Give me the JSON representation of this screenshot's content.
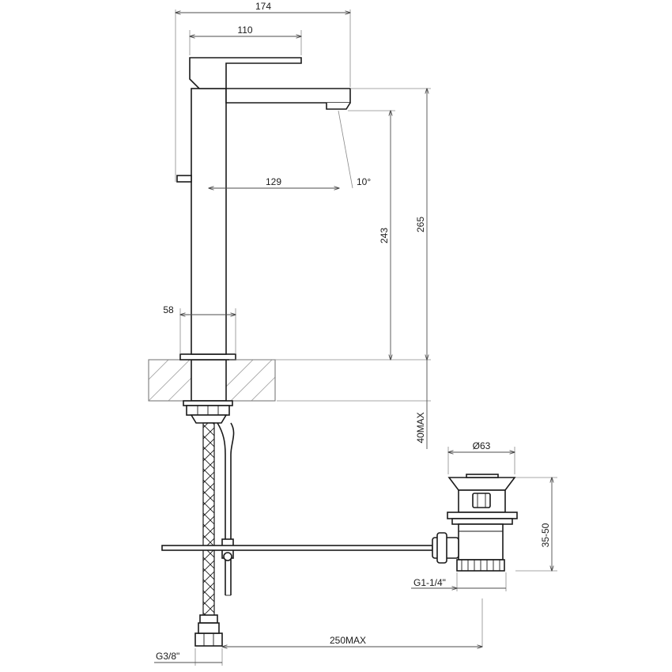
{
  "dimensions": {
    "overall_width": "174",
    "lever_length": "110",
    "spout_reach": "129",
    "spout_angle": "10°",
    "spout_height": "243",
    "total_height": "265",
    "body_width": "58",
    "counter_max": "40MAX",
    "waste_diameter": "Ø63",
    "waste_height": "35-50",
    "waste_thread": "G1-1/4\"",
    "rod_max": "250MAX",
    "inlet_thread": "G3/8\""
  }
}
